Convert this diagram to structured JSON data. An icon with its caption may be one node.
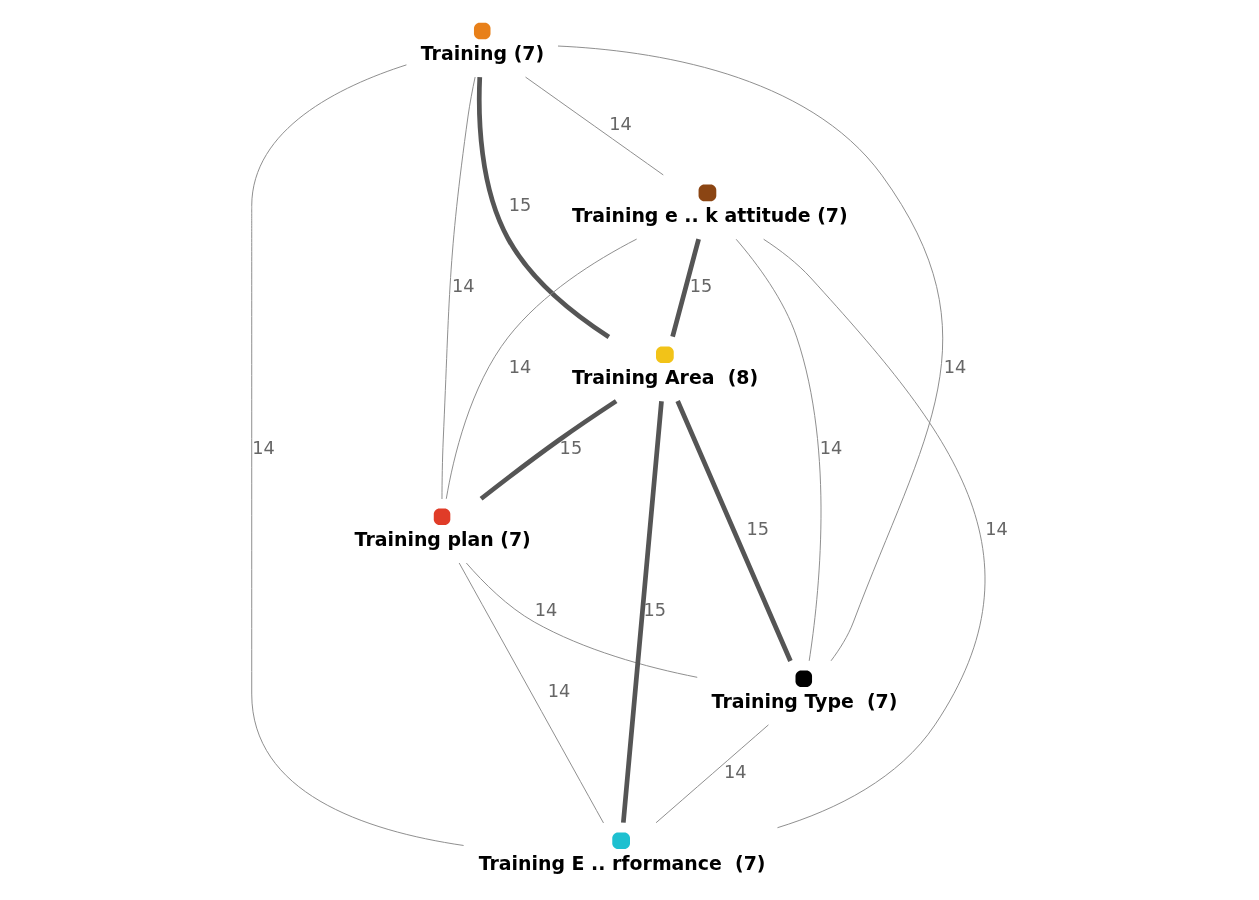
{
  "diagram": {
    "nodes": [
      {
        "text": [
          "Training (7)"
        ]
      },
      {
        "text": [
          "Training plan (7)"
        ]
      },
      {
        "text": [
          "Training e .. k attitude (7)"
        ]
      },
      {
        "text": [
          "Training Area  (8)"
        ]
      },
      {
        "text": [
          "Training Type  (7)"
        ]
      },
      {
        "text": [
          "Training E .. rformance  (7)"
        ]
      }
    ],
    "edges": [
      {
        "from": 0,
        "to": 2,
        "arrow": "none",
        "label": "14"
      },
      {
        "from": 0,
        "to": 5,
        "arrow": "none",
        "label": "14"
      },
      {
        "from": 0,
        "to": 3,
        "arrow": "none",
        "label": "15",
        "style": "thick"
      },
      {
        "from": 0,
        "to": 1,
        "arrow": "none",
        "label": "14"
      },
      {
        "from": 0,
        "to": 4,
        "arrow": "none",
        "label": "14"
      },
      {
        "from": 2,
        "to": 1,
        "arrow": "none",
        "label": "14"
      },
      {
        "from": 2,
        "to": 3,
        "arrow": "none",
        "label": "15",
        "style": "thick"
      },
      {
        "from": 2,
        "to": 4,
        "arrow": "none",
        "label": "14"
      },
      {
        "from": 2,
        "to": 5,
        "arrow": "none",
        "label": "14"
      },
      {
        "from": 3,
        "to": 1,
        "arrow": "none",
        "label": "15",
        "style": "thick"
      },
      {
        "from": 3,
        "to": 4,
        "arrow": "none",
        "label": "15",
        "style": "thick"
      },
      {
        "from": 3,
        "to": 5,
        "arrow": "none",
        "label": "15",
        "style": "thick"
      },
      {
        "from": 1,
        "to": 4,
        "arrow": "none",
        "label": "14"
      },
      {
        "from": 1,
        "to": 5,
        "arrow": "none",
        "label": "14"
      },
      {
        "from": 4,
        "to": 5,
        "arrow": "none",
        "label": "14"
      }
    ]
  }
}
